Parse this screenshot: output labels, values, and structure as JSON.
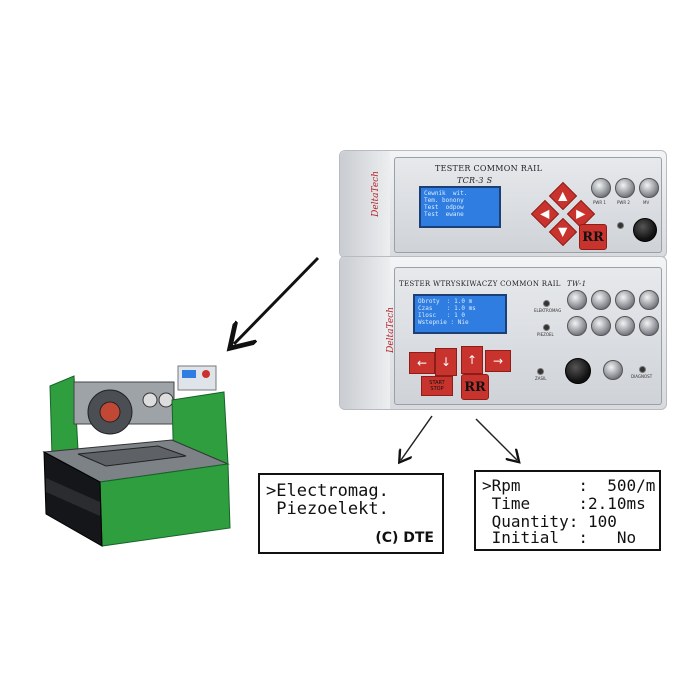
{
  "upper_unit": {
    "title": "TESTER  COMMON RAIL",
    "model": "TCR-3 S",
    "brand": "DeltaTech",
    "screen_lines": [
      "Cewnik  wit.",
      "Tem. bonony",
      "Test  odpow",
      "Test  ewane"
    ],
    "keypad_logo": "RR",
    "connector_labels": [
      "PWR 1",
      "PWR 2",
      "MV"
    ]
  },
  "lower_unit": {
    "title": "TESTER  WTRYSKIWACZY COMMON RAIL",
    "model": "TW-1",
    "brand": "DeltaTech",
    "screen_lines": [
      "Obroty  : 1.0 m",
      "Czas    : 1.0 ms",
      "Ilosc   : 1 0",
      "Wstepnie : Nie"
    ],
    "keypad_logo": "RR",
    "start_stop_label": "START STOP",
    "led_labels": [
      "ELEKTROMAG",
      "PIEZOEL",
      "ZASIL",
      "DIAGNOST"
    ]
  },
  "lcd_left": {
    "lines": [
      ">Electromag.",
      " Piezoelekt."
    ],
    "copyright": "(C) DTE"
  },
  "lcd_right": {
    "lines": [
      ">Rpm      :  500/m",
      " Time     :2.10ms",
      " Quantity: 100",
      " Initial  :   No"
    ]
  },
  "colors": {
    "keypad_red": "#c8342d",
    "screen_blue": "#2f7de0",
    "bench_green": "#2f9e3f"
  }
}
